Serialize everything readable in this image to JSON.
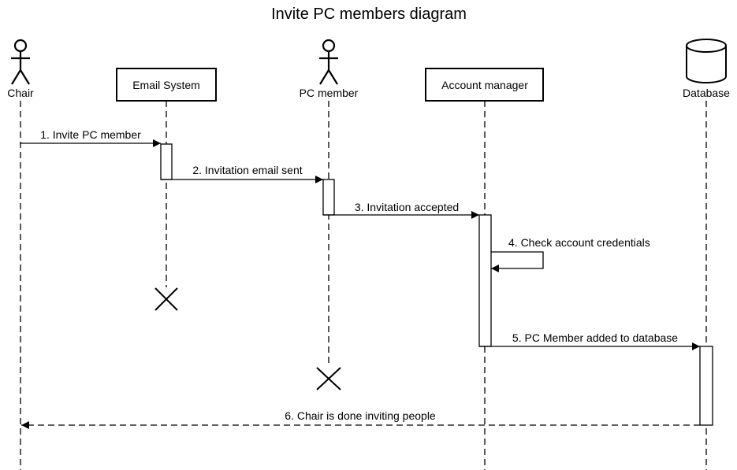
{
  "title": "Invite PC members diagram",
  "participants": [
    {
      "key": "chair",
      "label": "Chair",
      "kind": "actor"
    },
    {
      "key": "email",
      "label": "Email System",
      "kind": "box"
    },
    {
      "key": "pcm",
      "label": "PC member",
      "kind": "actor"
    },
    {
      "key": "acct",
      "label": "Account manager",
      "kind": "box"
    },
    {
      "key": "db",
      "label": "Database",
      "kind": "database"
    }
  ],
  "messages": [
    {
      "label": "1. Invite PC member",
      "from": "chair",
      "to": "email",
      "style": "solid"
    },
    {
      "label": "2. Invitation email sent",
      "from": "email",
      "to": "pcm",
      "style": "solid"
    },
    {
      "label": "3. Invitation accepted",
      "from": "pcm",
      "to": "acct",
      "style": "solid"
    },
    {
      "label": "4. Check account credentials",
      "from": "acct",
      "to": "acct",
      "style": "self"
    },
    {
      "label": "5. PC Member added to database",
      "from": "acct",
      "to": "db",
      "style": "solid"
    },
    {
      "label": "6. Chair is done inviting people",
      "from": "db",
      "to": "chair",
      "style": "dashed"
    }
  ],
  "terminations": [
    "email",
    "pcm"
  ],
  "colors": {
    "stroke": "#000000",
    "background": "#ffffff"
  }
}
